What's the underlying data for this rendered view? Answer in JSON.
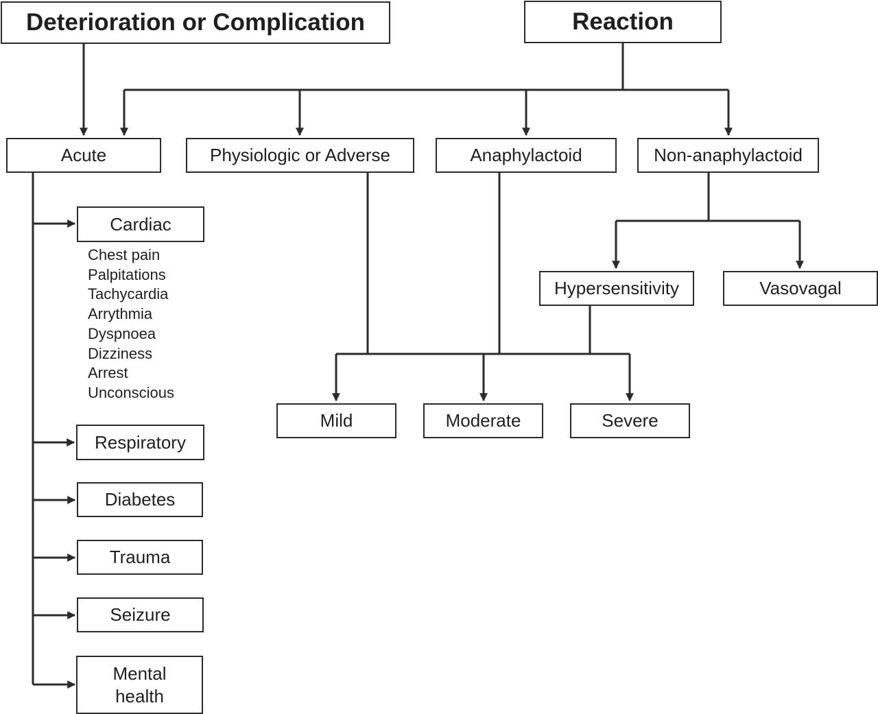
{
  "titles": {
    "deterioration": "Deterioration or Complication",
    "reaction": "Reaction"
  },
  "categories": {
    "acute": "Acute",
    "physiologic": "Physiologic or Adverse",
    "anaphylactoid": "Anaphylactoid",
    "non_anaphylactoid": "Non-anaphylactoid"
  },
  "acute_types": {
    "cardiac": "Cardiac",
    "respiratory": "Respiratory",
    "diabetes": "Diabetes",
    "trauma": "Trauma",
    "seizure": "Seizure",
    "mental_health_line1": "Mental",
    "mental_health_line2": "health"
  },
  "cardiac_symptoms": [
    "Chest pain",
    "Palpitations",
    "Tachycardia",
    "Arrythmia",
    "Dyspnoea",
    "Dizziness",
    "Arrest",
    "Unconscious"
  ],
  "non_anaphylactoid_types": {
    "hypersensitivity": "Hypersensitivity",
    "vasovagal": "Vasovagal"
  },
  "severity": {
    "mild": "Mild",
    "moderate": "Moderate",
    "severe": "Severe"
  },
  "colors": {
    "line": "#2b2b2b",
    "text": "#1f1f1f",
    "background": "#ffffff"
  }
}
